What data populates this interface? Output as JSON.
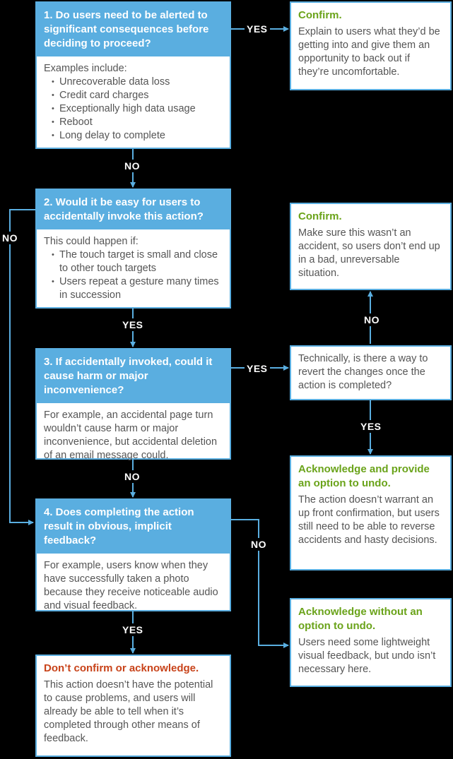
{
  "q1": {
    "title": "1. Do users need to be alerted to significant consequences before deciding to proceed?",
    "intro": "Examples include:",
    "items": [
      "Unrecoverable data loss",
      "Credit card charges",
      "Exceptionally high data usage",
      "Reboot",
      "Long delay to complete"
    ]
  },
  "q2": {
    "title": "2. Would it be easy for users to accidentally invoke this action?",
    "intro": "This could happen if:",
    "items": [
      "The touch target is small and close to other touch targets",
      "Users repeat a gesture many times in succession"
    ]
  },
  "q3": {
    "title": "3. If accidentally invoked, could it cause harm or major inconvenience?",
    "body": "For example, an accidental page turn wouldn’t cause harm or major inconvenience, but accidental deletion of an email message could."
  },
  "q4": {
    "title": "4. Does completing the action result in obvious, implicit feedback?",
    "body": "For example, users know when they have successfully taken a photo because they receive noticeable audio and visual feedback."
  },
  "o1": {
    "title": "Confirm.",
    "body": "Explain to users what they’d be getting into and give them an opportunity to back out if they’re uncomfortable."
  },
  "o2": {
    "title": "Confirm.",
    "body": "Make sure this wasn’t an accident, so users don’t end up in a bad, unreversable situation."
  },
  "revert": {
    "body": "Technically, is there a way to revert the changes once the action is completed?"
  },
  "o3": {
    "title": "Acknowledge and provide an option to undo.",
    "body": "The action doesn’t warrant an up front confirmation, but users still need to be able to reverse accidents and hasty decisions."
  },
  "o4": {
    "title": "Acknowledge without an option to undo.",
    "body": "Users need some lightweight visual feedback, but undo isn’t necessary here."
  },
  "o5": {
    "title": "Don’t confirm or acknowledge.",
    "body": "This action doesn’t have the potential to cause problems, and users will already be able to tell when it’s completed through other means of feedback."
  },
  "labels": {
    "yes": "YES",
    "no": "NO"
  },
  "colors": {
    "blue": "#5aaee0",
    "green": "#6aa31a",
    "red": "#c8431a",
    "background": "#000000"
  }
}
